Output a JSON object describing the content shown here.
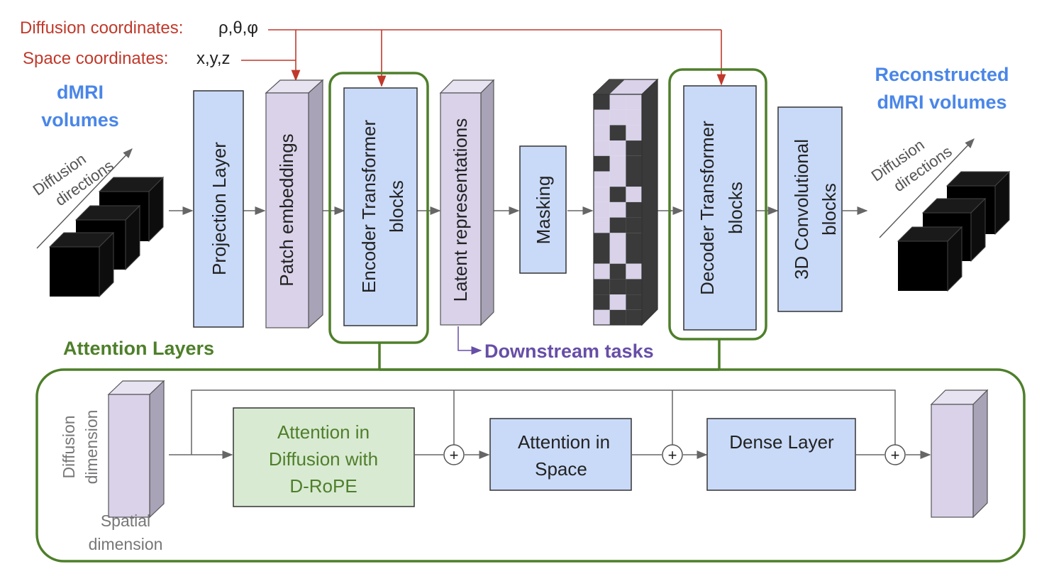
{
  "coords": {
    "diffusion_label": "Diffusion coordinates:",
    "diffusion_symbols": "ρ,θ,φ",
    "space_label": "Space coordinates:",
    "space_symbols": "x,y,z"
  },
  "input": {
    "title_line1": "dMRI",
    "title_line2": "volumes",
    "axis_line1": "Diffusion",
    "axis_line2": "directions"
  },
  "pipeline": {
    "projection": "Projection Layer",
    "patch": "Patch embeddings",
    "encoder_line1": "Encoder Transformer",
    "encoder_line2": "blocks",
    "latent": "Latent representations",
    "masking": "Masking",
    "decoder_line1": "Decoder Transformer",
    "decoder_line2": "blocks",
    "conv_line1": "3D Convolutional",
    "conv_line2": "blocks",
    "downstream": "Downstream tasks"
  },
  "output": {
    "title_line1": "Reconstructed",
    "title_line2": "dMRI volumes",
    "axis_line1": "Diffusion",
    "axis_line2": "directions"
  },
  "attention": {
    "section_title": "Attention Layers",
    "diffusion_dim_line1": "Diffusion",
    "diffusion_dim_line2": "dimension",
    "spatial_dim_line1": "Spatial",
    "spatial_dim_line2": "dimension",
    "attn_diffusion_line1": "Attention in",
    "attn_diffusion_line2": "Diffusion with",
    "attn_diffusion_line3": "D-RoPE",
    "attn_space_line1": "Attention in",
    "attn_space_line2": "Space",
    "dense": "Dense Layer",
    "plus": "+"
  },
  "colors": {
    "red": "#c0392b",
    "blue_text": "#4a86e8",
    "purple_text": "#674ea7",
    "green": "#4e7f2a",
    "blue_box": "#c9daf8",
    "purple_box": "#d9d2e9",
    "green_box": "#d9ead3"
  }
}
